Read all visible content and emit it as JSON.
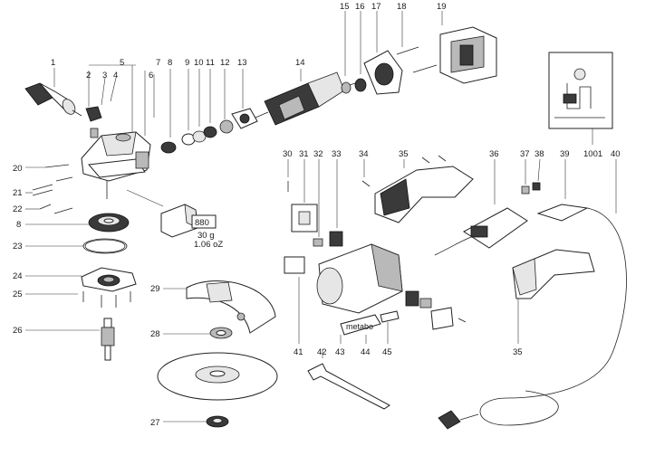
{
  "diagram": {
    "type": "exploded-parts-view",
    "callouts": {
      "p1": "1",
      "p2": "2",
      "p3": "3",
      "p4": "4",
      "p5": "5",
      "p6": "6",
      "p7": "7",
      "p8a": "8",
      "p8b": "8",
      "p9": "9",
      "p10": "10",
      "p11": "11",
      "p12": "12",
      "p13": "13",
      "p14": "14",
      "p15": "15",
      "p16": "16",
      "p17": "17",
      "p18": "18",
      "p19": "19",
      "p20": "20",
      "p21": "21",
      "p22": "22",
      "p23": "23",
      "p24": "24",
      "p25": "25",
      "p26": "26",
      "p27": "27",
      "p28": "28",
      "p29": "29",
      "p30": "30",
      "p31": "31",
      "p32": "32",
      "p33": "33",
      "p34": "34",
      "p35a": "35",
      "p35b": "35",
      "p36": "36",
      "p37": "37",
      "p38": "38",
      "p39": "39",
      "p40": "40",
      "p41": "41",
      "p42": "42",
      "p43": "43",
      "p44": "44",
      "p45": "45",
      "p1001": "1001"
    },
    "grease_tube": {
      "tube_label": "880",
      "amount_metric": "30 g",
      "amount_imperial": "1.06 oZ"
    },
    "plate_text": "metabo"
  }
}
